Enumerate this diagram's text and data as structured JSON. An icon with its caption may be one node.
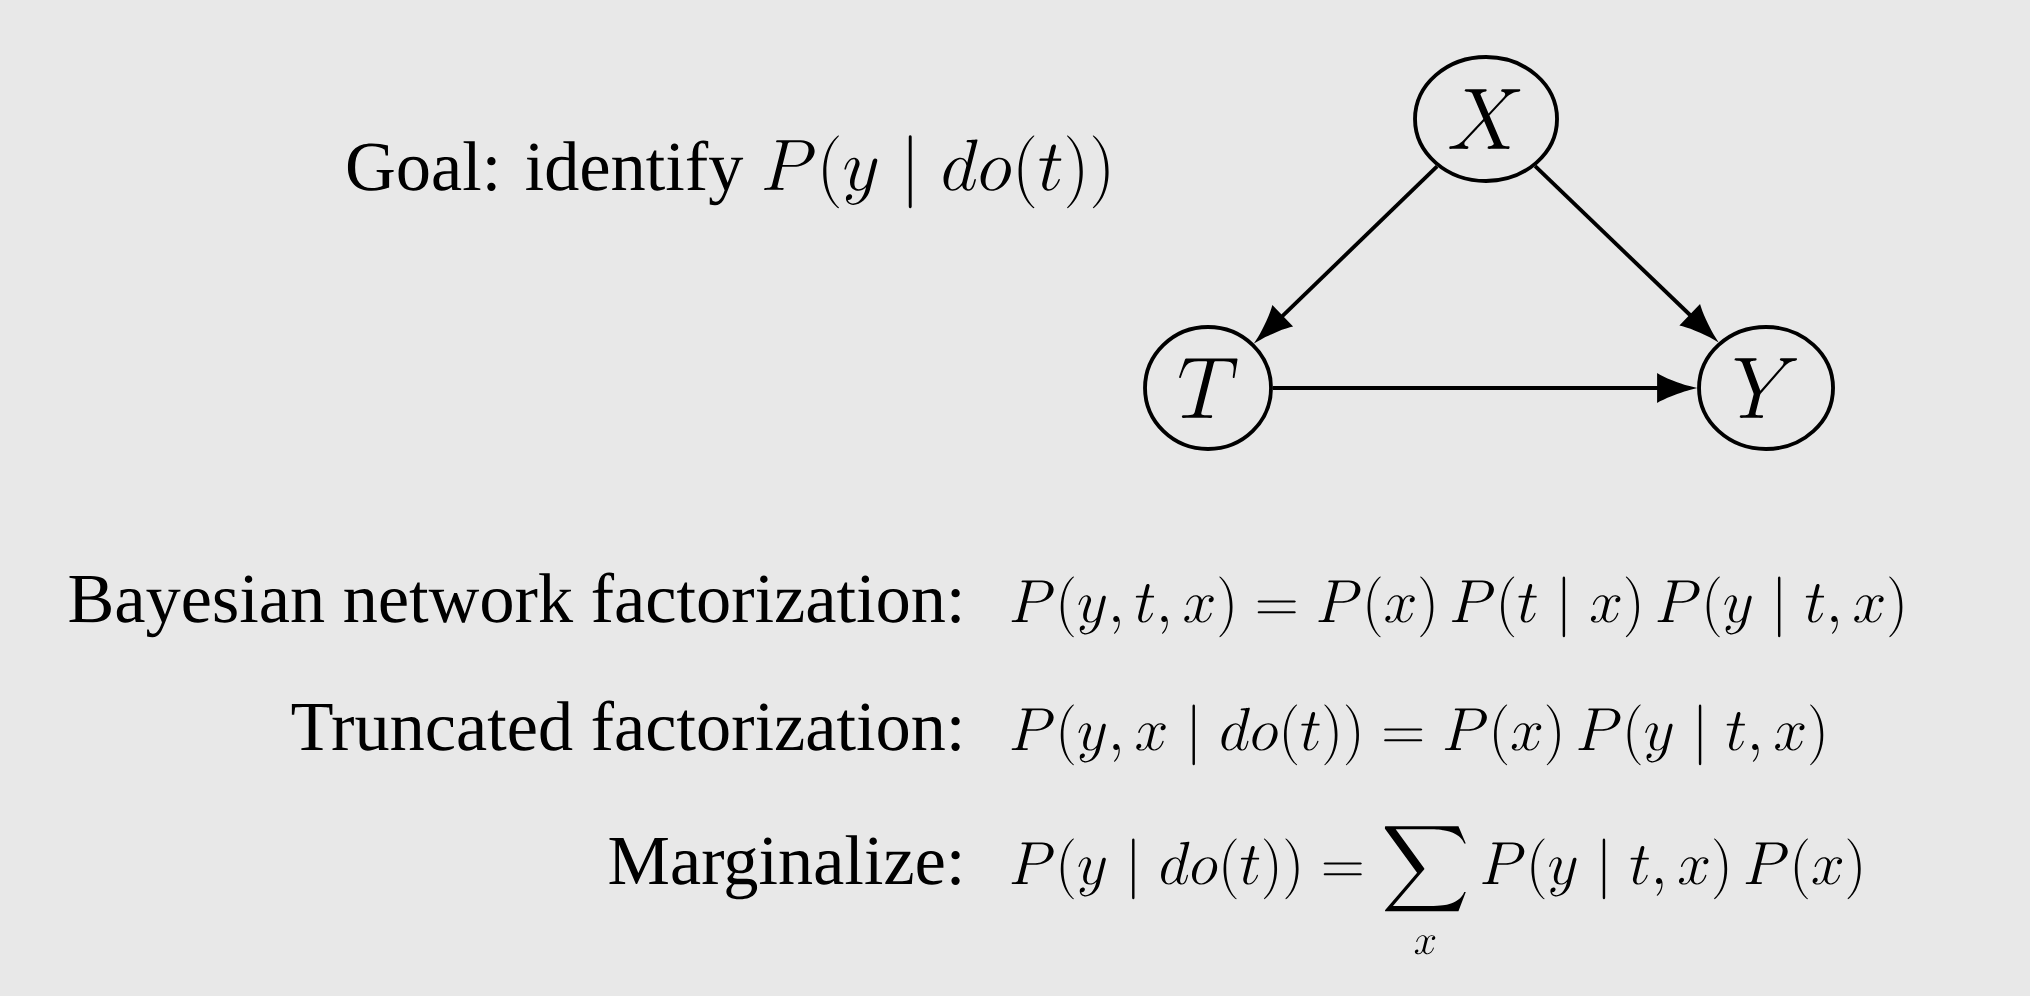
{
  "diagram": {
    "nodes": [
      {
        "text": [
          "X"
        ]
      },
      {
        "text": [
          "T"
        ]
      },
      {
        "text": [
          "Y"
        ]
      }
    ],
    "edges": [
      {
        "from": 0,
        "to": 1,
        "arrow": "to"
      },
      {
        "from": 0,
        "to": 2,
        "arrow": "to"
      },
      {
        "from": 1,
        "to": 2,
        "arrow": "to"
      }
    ],
    "labels": [
      "Goal: identify",
      "P(y \\mid do(t))",
      "Bayesian network factorization:",
      "P(y,t,x) = P(x)\\,P(t \\mid x)\\,P(y \\mid t,x)",
      "Truncated factorization:",
      "P(y,x \\mid do(t)) = P(x)\\,P(y \\mid t,x)",
      "Marginalize:",
      "P(y \\mid do(t)) = \\sum_x P(y \\mid t,x)\\,P(x)"
    ]
  }
}
